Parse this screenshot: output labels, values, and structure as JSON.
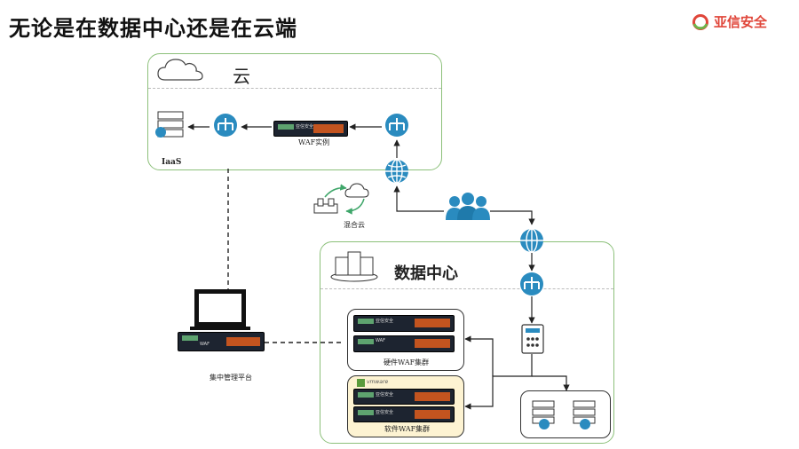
{
  "title": "无论是在数据中心还是在云端",
  "brand": {
    "name": "亚信安全"
  },
  "cloud": {
    "label": "云",
    "iaas_label": "IaaS",
    "waf_instance_label": "WAF实例"
  },
  "hybrid": {
    "label": "混合云"
  },
  "datacenter": {
    "label": "数据中心"
  },
  "hardware_cluster": {
    "label": "硬件WAF集群"
  },
  "software_cluster": {
    "label": "软件WAF集群",
    "vm_text": "vmware"
  },
  "management": {
    "label": "集中管理平台",
    "waf_text": "WAF"
  },
  "appliance": {
    "brand_text": "亚信安全",
    "model_text": "WAF"
  },
  "colors": {
    "accent_blue": "#2a8bbf",
    "region_border": "#8cc07a",
    "warm_fill": "#fdf3d2",
    "port_orange": "#c3541f"
  },
  "icons": [
    "cloud-icon",
    "server-rack-icon",
    "network-switch-icon",
    "globe-icon",
    "users-icon",
    "datacenter-icon",
    "firewall-appliance-icon",
    "monitor-icon",
    "load-balancer-icon"
  ]
}
